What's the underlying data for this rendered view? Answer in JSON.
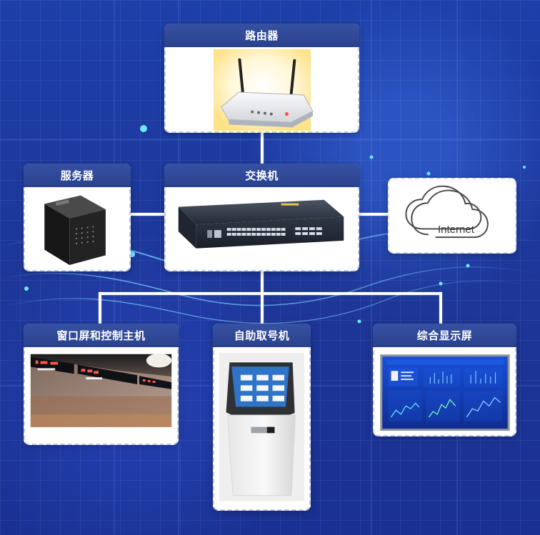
{
  "nodes": {
    "router": "路由器",
    "server": "服务器",
    "switch": "交换机",
    "internet": "Internet",
    "window": "窗口屏和控制主机",
    "kiosk": "自助取号机",
    "display": "综合显示屏"
  },
  "icons": {
    "router": "router-icon",
    "server": "server-icon",
    "switch": "switch-icon",
    "internet": "cloud-icon",
    "window": "led-screen-icon",
    "kiosk": "kiosk-icon",
    "display": "dashboard-icon"
  },
  "colors": {
    "background": "#1d3698",
    "header": "#2a418d",
    "panel": "#ffffff",
    "line": "#ffffff"
  }
}
